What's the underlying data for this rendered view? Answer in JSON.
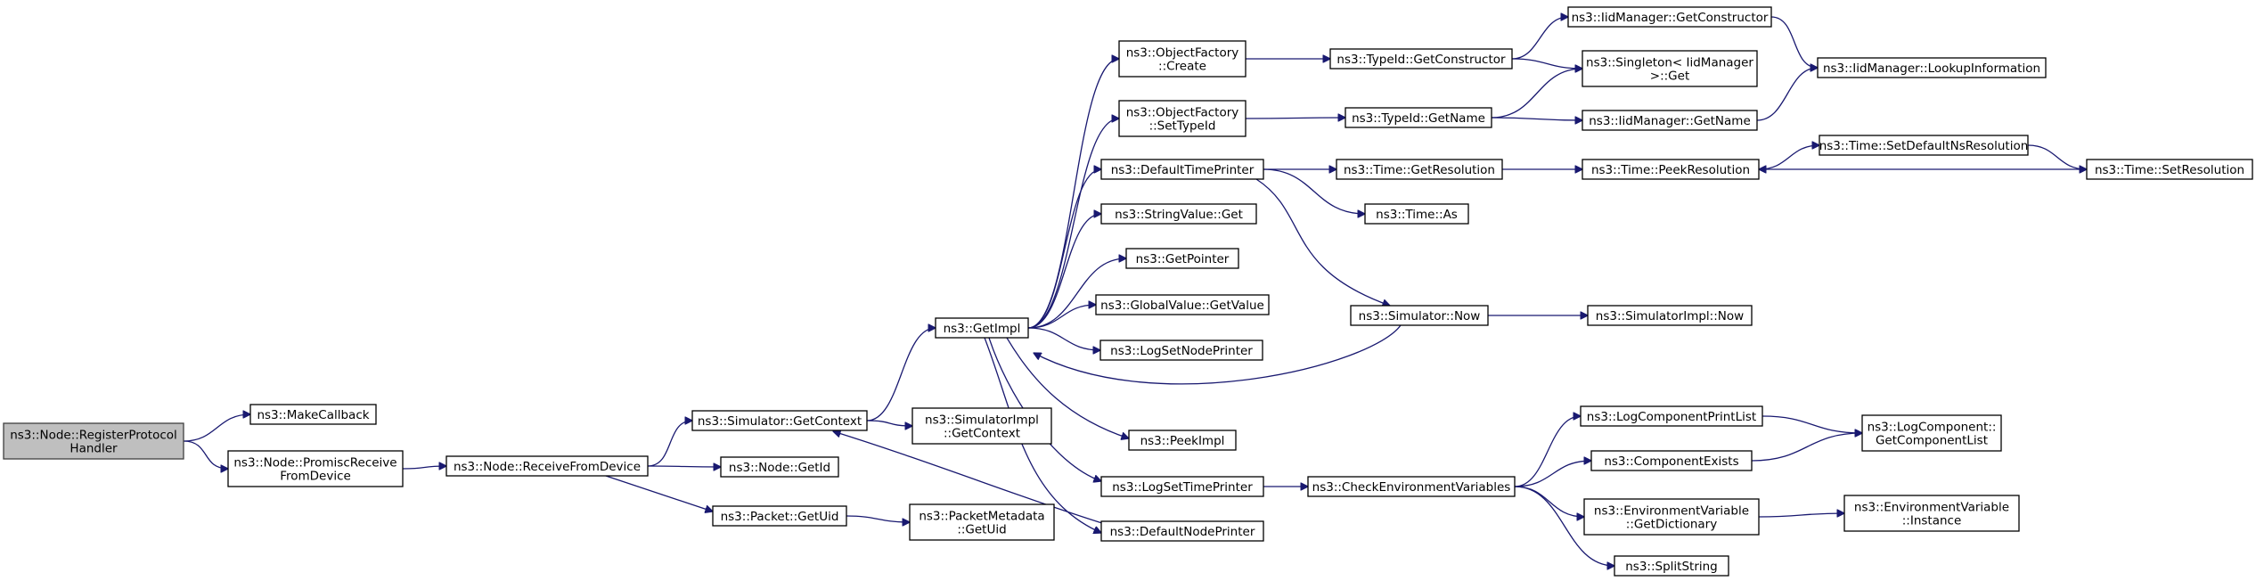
{
  "diagram": {
    "colors": {
      "edge": "#191970",
      "node_border": "#000000",
      "root_fill": "#bfbfbf",
      "node_fill": "#ffffff"
    },
    "nodes": [
      {
        "id": "n0",
        "lines": [
          "ns3::Node::RegisterProtocol",
          "Handler"
        ]
      },
      {
        "id": "n1",
        "lines": [
          "ns3::MakeCallback"
        ]
      },
      {
        "id": "n2",
        "lines": [
          "ns3::Node::PromiscReceive",
          "FromDevice"
        ]
      },
      {
        "id": "n3",
        "lines": [
          "ns3::Node::ReceiveFromDevice"
        ]
      },
      {
        "id": "n4",
        "lines": [
          "ns3::Simulator::GetContext"
        ]
      },
      {
        "id": "n5",
        "lines": [
          "ns3::Node::GetId"
        ]
      },
      {
        "id": "n6",
        "lines": [
          "ns3::Packet::GetUid"
        ]
      },
      {
        "id": "n7",
        "lines": [
          "ns3::GetImpl"
        ]
      },
      {
        "id": "n8",
        "lines": [
          "ns3::SimulatorImpl",
          "::GetContext"
        ]
      },
      {
        "id": "n9",
        "lines": [
          "ns3::PacketMetadata",
          "::GetUid"
        ]
      },
      {
        "id": "n10",
        "lines": [
          "ns3::ObjectFactory",
          "::Create"
        ]
      },
      {
        "id": "n11",
        "lines": [
          "ns3::ObjectFactory",
          "::SetTypeId"
        ]
      },
      {
        "id": "n12",
        "lines": [
          "ns3::DefaultTimePrinter"
        ]
      },
      {
        "id": "n13",
        "lines": [
          "ns3::StringValue::Get"
        ]
      },
      {
        "id": "n14",
        "lines": [
          "ns3::GetPointer"
        ]
      },
      {
        "id": "n15",
        "lines": [
          "ns3::GlobalValue::GetValue"
        ]
      },
      {
        "id": "n16",
        "lines": [
          "ns3::LogSetNodePrinter"
        ]
      },
      {
        "id": "n17",
        "lines": [
          "ns3::PeekImpl"
        ]
      },
      {
        "id": "n18",
        "lines": [
          "ns3::LogSetTimePrinter"
        ]
      },
      {
        "id": "n19",
        "lines": [
          "ns3::DefaultNodePrinter"
        ]
      },
      {
        "id": "n20",
        "lines": [
          "ns3::TypeId::GetConstructor"
        ]
      },
      {
        "id": "n21",
        "lines": [
          "ns3::TypeId::GetName"
        ]
      },
      {
        "id": "n22",
        "lines": [
          "ns3::Time::GetResolution"
        ]
      },
      {
        "id": "n23",
        "lines": [
          "ns3::Time::As"
        ]
      },
      {
        "id": "n24",
        "lines": [
          "ns3::Simulator::Now"
        ]
      },
      {
        "id": "n25",
        "lines": [
          "ns3::CheckEnvironmentVariables"
        ]
      },
      {
        "id": "n26",
        "lines": [
          "ns3::IidManager::GetConstructor"
        ]
      },
      {
        "id": "n27",
        "lines": [
          "ns3::Singleton< IidManager",
          " >::Get"
        ]
      },
      {
        "id": "n28",
        "lines": [
          "ns3::IidManager::GetName"
        ]
      },
      {
        "id": "n29",
        "lines": [
          "ns3::Time::PeekResolution"
        ]
      },
      {
        "id": "n30",
        "lines": [
          "ns3::SimulatorImpl::Now"
        ]
      },
      {
        "id": "n31",
        "lines": [
          "ns3::LogComponentPrintList"
        ]
      },
      {
        "id": "n32",
        "lines": [
          "ns3::ComponentExists"
        ]
      },
      {
        "id": "n33",
        "lines": [
          "ns3::EnvironmentVariable",
          "::GetDictionary"
        ]
      },
      {
        "id": "n34",
        "lines": [
          "ns3::SplitString"
        ]
      },
      {
        "id": "n35",
        "lines": [
          "ns3::IidManager::LookupInformation"
        ]
      },
      {
        "id": "n36",
        "lines": [
          "ns3::Time::SetDefaultNsResolution"
        ]
      },
      {
        "id": "n37",
        "lines": [
          "ns3::Time::SetResolution"
        ]
      },
      {
        "id": "n38",
        "lines": [
          "ns3::LogComponent::",
          "GetComponentList"
        ]
      },
      {
        "id": "n39",
        "lines": [
          "ns3::EnvironmentVariable",
          "::Instance"
        ]
      }
    ],
    "edges": [
      [
        "n0",
        "n1"
      ],
      [
        "n0",
        "n2"
      ],
      [
        "n2",
        "n3"
      ],
      [
        "n3",
        "n4"
      ],
      [
        "n3",
        "n5"
      ],
      [
        "n3",
        "n6"
      ],
      [
        "n4",
        "n7"
      ],
      [
        "n4",
        "n8"
      ],
      [
        "n6",
        "n9"
      ],
      [
        "n7",
        "n10"
      ],
      [
        "n7",
        "n11"
      ],
      [
        "n7",
        "n12"
      ],
      [
        "n7",
        "n13"
      ],
      [
        "n7",
        "n14"
      ],
      [
        "n7",
        "n15"
      ],
      [
        "n7",
        "n16"
      ],
      [
        "n7",
        "n17"
      ],
      [
        "n7",
        "n18"
      ],
      [
        "n7",
        "n19"
      ],
      [
        "n10",
        "n20"
      ],
      [
        "n11",
        "n21"
      ],
      [
        "n12",
        "n22"
      ],
      [
        "n12",
        "n23"
      ],
      [
        "n12",
        "n24"
      ],
      [
        "n24",
        "n7"
      ],
      [
        "n24",
        "n30"
      ],
      [
        "n18",
        "n25"
      ],
      [
        "n19",
        "n4"
      ],
      [
        "n20",
        "n26"
      ],
      [
        "n20",
        "n27"
      ],
      [
        "n21",
        "n27"
      ],
      [
        "n21",
        "n28"
      ],
      [
        "n26",
        "n35"
      ],
      [
        "n28",
        "n35"
      ],
      [
        "n22",
        "n29"
      ],
      [
        "n29",
        "n36"
      ],
      [
        "n36",
        "n37"
      ],
      [
        "n37",
        "n29"
      ],
      [
        "n25",
        "n31"
      ],
      [
        "n25",
        "n32"
      ],
      [
        "n25",
        "n33"
      ],
      [
        "n25",
        "n34"
      ],
      [
        "n31",
        "n38"
      ],
      [
        "n32",
        "n38"
      ],
      [
        "n33",
        "n39"
      ]
    ]
  }
}
